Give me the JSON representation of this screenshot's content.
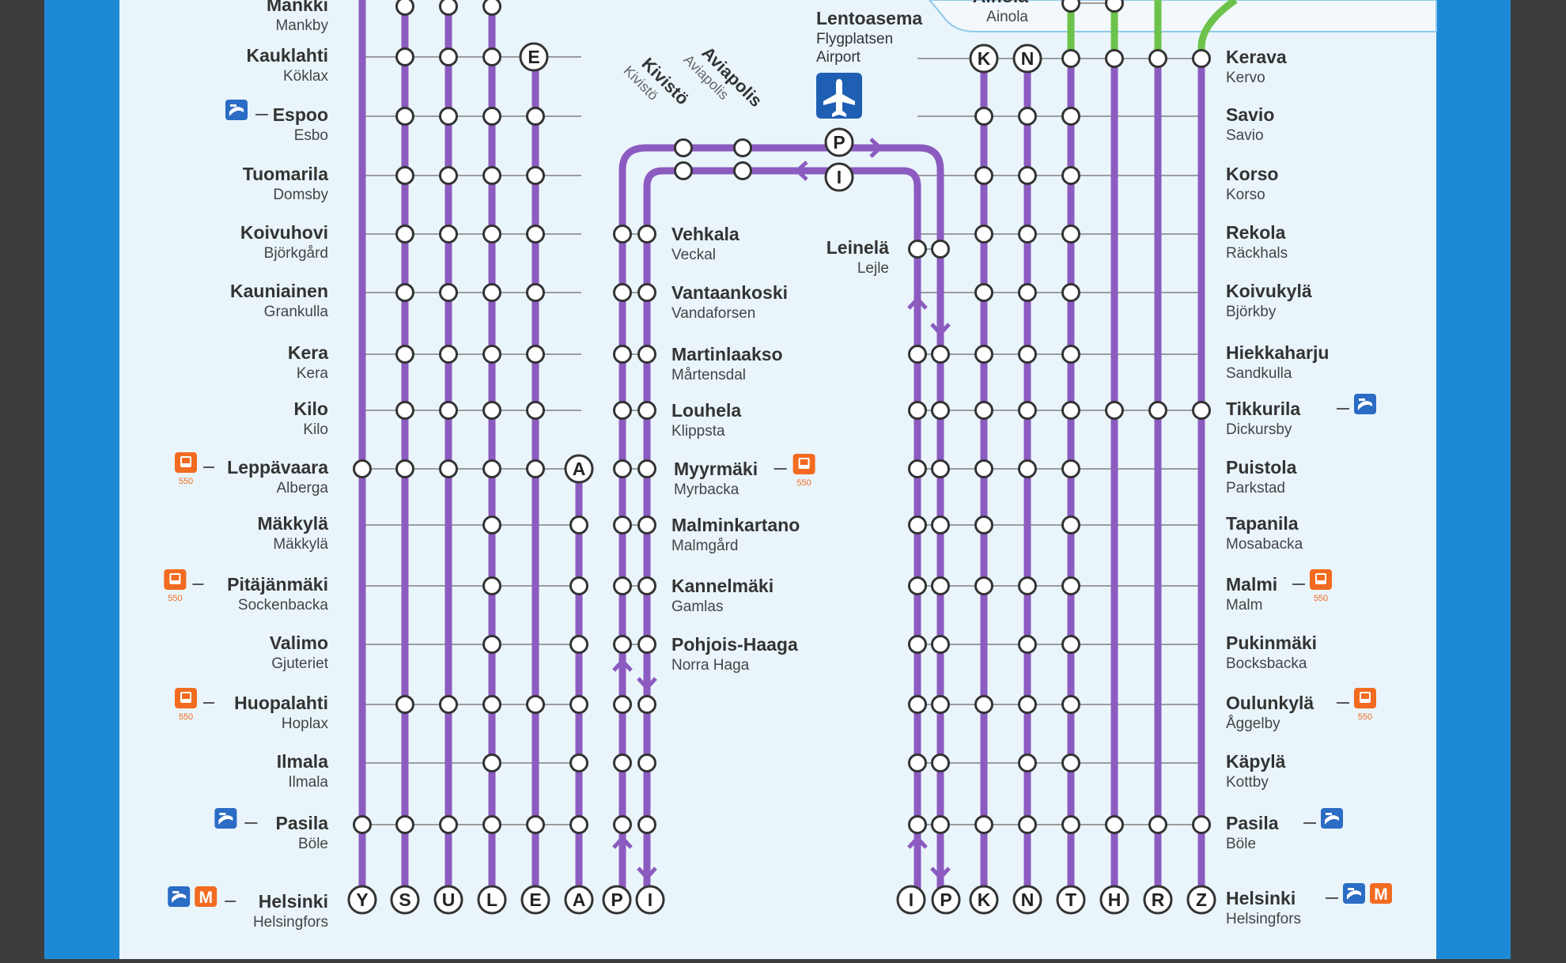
{
  "colors": {
    "frame": "#3d3d3d",
    "border_blue": "#1e8ad6",
    "panel": "#e9f5fb",
    "purple": "#8c5bc0",
    "green": "#6cc24a",
    "rule": "#9c9c9c",
    "icon_blue": "#2b6cc4",
    "icon_orange": "#f26b21"
  },
  "icons": {
    "train": "train-icon",
    "bus": "bus-icon",
    "metro": "metro-icon",
    "airport": "airplane-icon"
  },
  "bus_number": "550",
  "metro_letter": "M",
  "airport_label": {
    "fi": "Lentoasema",
    "sv": "Flygplatsen",
    "en": "Airport"
  },
  "loop_stations": [
    {
      "fi": "Kivistö",
      "sv": "Kivistö"
    },
    {
      "fi": "Aviapolis",
      "sv": "Aviapolis"
    }
  ],
  "loop_markers": [
    "P",
    "I"
  ],
  "left_terminals": [
    "Y",
    "S",
    "U",
    "L",
    "E",
    "A",
    "P",
    "I"
  ],
  "right_terminals": [
    "I",
    "P",
    "K",
    "N",
    "T",
    "H",
    "R",
    "Z"
  ],
  "left_branch_markers": {
    "E": "Kauklahti",
    "A": "Leppävaara"
  },
  "right_branch_markers": [
    "K",
    "N"
  ],
  "left_stations": [
    {
      "fi": "Mankki",
      "sv": "Mankby"
    },
    {
      "fi": "Kauklahti",
      "sv": "Köklax"
    },
    {
      "fi": "Espoo",
      "sv": "Esbo",
      "conn": [
        "train"
      ]
    },
    {
      "fi": "Tuomarila",
      "sv": "Domsby"
    },
    {
      "fi": "Koivuhovi",
      "sv": "Björkgård"
    },
    {
      "fi": "Kauniainen",
      "sv": "Grankulla"
    },
    {
      "fi": "Kera",
      "sv": "Kera"
    },
    {
      "fi": "Kilo",
      "sv": "Kilo"
    },
    {
      "fi": "Leppävaara",
      "sv": "Alberga",
      "conn": [
        "bus"
      ]
    },
    {
      "fi": "Mäkkylä",
      "sv": "Mäkkylä"
    },
    {
      "fi": "Pitäjänmäki",
      "sv": "Sockenbacka",
      "conn": [
        "bus"
      ]
    },
    {
      "fi": "Valimo",
      "sv": "Gjuteriet"
    },
    {
      "fi": "Huopalahti",
      "sv": "Hoplax",
      "conn": [
        "bus"
      ]
    },
    {
      "fi": "Ilmala",
      "sv": "Ilmala"
    },
    {
      "fi": "Pasila",
      "sv": "Böle",
      "conn": [
        "train"
      ]
    },
    {
      "fi": "Helsinki",
      "sv": "Helsingfors",
      "conn": [
        "train",
        "metro"
      ]
    }
  ],
  "middle_stations": [
    {
      "fi": "Vehkala",
      "sv": "Veckal"
    },
    {
      "fi": "Vantaankoski",
      "sv": "Vandaforsen"
    },
    {
      "fi": "Martinlaakso",
      "sv": "Mårtensdal"
    },
    {
      "fi": "Louhela",
      "sv": "Klippsta"
    },
    {
      "fi": "Myyrmäki",
      "sv": "Myrbacka",
      "conn": [
        "bus"
      ]
    },
    {
      "fi": "Malminkartano",
      "sv": "Malmgård"
    },
    {
      "fi": "Kannelmäki",
      "sv": "Gamlas"
    },
    {
      "fi": "Pohjois-Haaga",
      "sv": "Norra Haga"
    }
  ],
  "leinela": {
    "fi": "Leinelä",
    "sv": "Lejle"
  },
  "right_stations": [
    {
      "fi": "Ainola",
      "sv": "Ainola"
    },
    {
      "fi": "Kerava",
      "sv": "Kervo"
    },
    {
      "fi": "Savio",
      "sv": "Savio"
    },
    {
      "fi": "Korso",
      "sv": "Korso"
    },
    {
      "fi": "Rekola",
      "sv": "Räckhals"
    },
    {
      "fi": "Koivukylä",
      "sv": "Björkby"
    },
    {
      "fi": "Hiekkaharju",
      "sv": "Sandkulla"
    },
    {
      "fi": "Tikkurila",
      "sv": "Dickursby",
      "conn": [
        "train"
      ]
    },
    {
      "fi": "Puistola",
      "sv": "Parkstad"
    },
    {
      "fi": "Tapanila",
      "sv": "Mosabacka"
    },
    {
      "fi": "Malmi",
      "sv": "Malm",
      "conn": [
        "bus"
      ]
    },
    {
      "fi": "Pukinmäki",
      "sv": "Bocksbacka"
    },
    {
      "fi": "Oulunkylä",
      "sv": "Åggelby",
      "conn": [
        "bus"
      ]
    },
    {
      "fi": "Käpylä",
      "sv": "Kottby"
    },
    {
      "fi": "Pasila",
      "sv": "Böle",
      "conn": [
        "train"
      ]
    },
    {
      "fi": "Helsinki",
      "sv": "Helsingfors",
      "conn": [
        "train",
        "metro"
      ]
    }
  ]
}
